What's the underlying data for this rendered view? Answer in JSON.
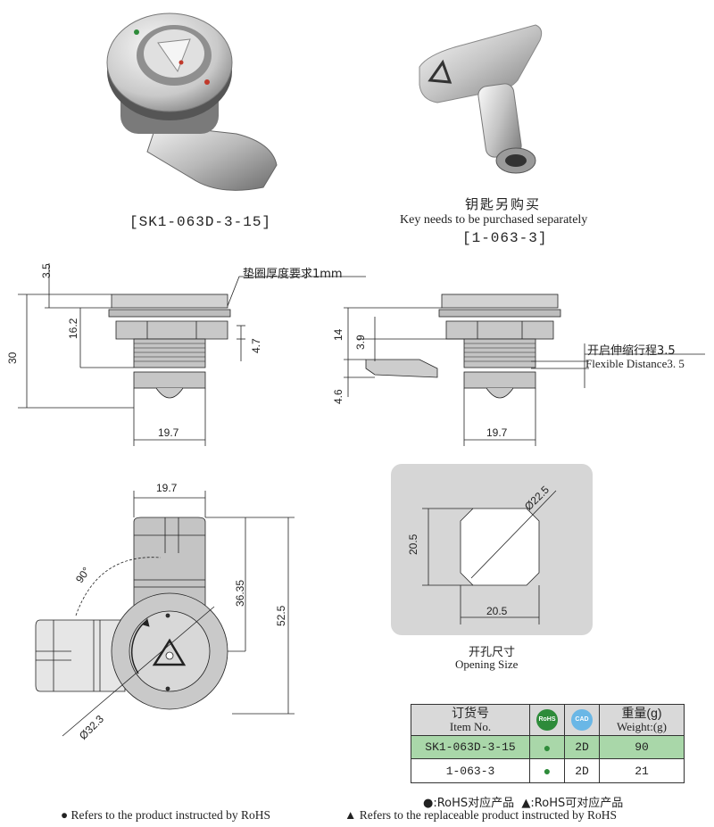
{
  "product": {
    "code": "[SK1-063D-3-15]"
  },
  "key": {
    "title_zh": "钥匙另购买",
    "title_en": "Key needs to be purchased separately",
    "code": "[1-063-3]"
  },
  "front_view": {
    "dim_top": "3.5",
    "dim_total": "30",
    "dim_body": "16.2",
    "dim_nut": "4.7",
    "dim_width": "19.7",
    "note": "垫圈厚度要求1mm"
  },
  "side_view": {
    "dim_14": "14",
    "dim_39": "3.9",
    "dim_46": "4.6",
    "dim_width": "19.7",
    "note_zh": "开启伸缩行程3.5",
    "note_en": "Flexible Distance3. 5"
  },
  "bottom_view": {
    "dim_width": "19.7",
    "dim_angle": "90°",
    "dim_3635": "36.35",
    "dim_525": "52.5",
    "dim_diam": "Ø32.3"
  },
  "opening": {
    "dim_diam": "Ø22.5",
    "dim_h": "20.5",
    "dim_w": "20.5",
    "label_zh": "开孔尺寸",
    "label_en": "Opening Size"
  },
  "table": {
    "headers": {
      "item_zh": "订货号",
      "item_en": "Item No.",
      "rohs": "RoHS",
      "cad": "CAD",
      "weight_zh": "重量(g)",
      "weight_en": "Weight:(g)"
    },
    "rows": [
      {
        "item": "SK1-063D-3-15",
        "rohs": "●",
        "cad": "2D",
        "weight": "90"
      },
      {
        "item": "1-063-3",
        "rohs": "●",
        "cad": "2D",
        "weight": "21"
      }
    ]
  },
  "legend": {
    "zh": "●:RoHS对应产品  ▲:RoHS可对应产品",
    "en_a": "● Refers to the product instructed by RoHS",
    "en_b": "▲ Refers to the replaceable product instructed by RoHS"
  },
  "colors": {
    "highlight": "#a9d7a9",
    "header": "#d9d9d9",
    "rohs_green": "#2e8b3a",
    "cad_blue": "#6ab7e6"
  }
}
